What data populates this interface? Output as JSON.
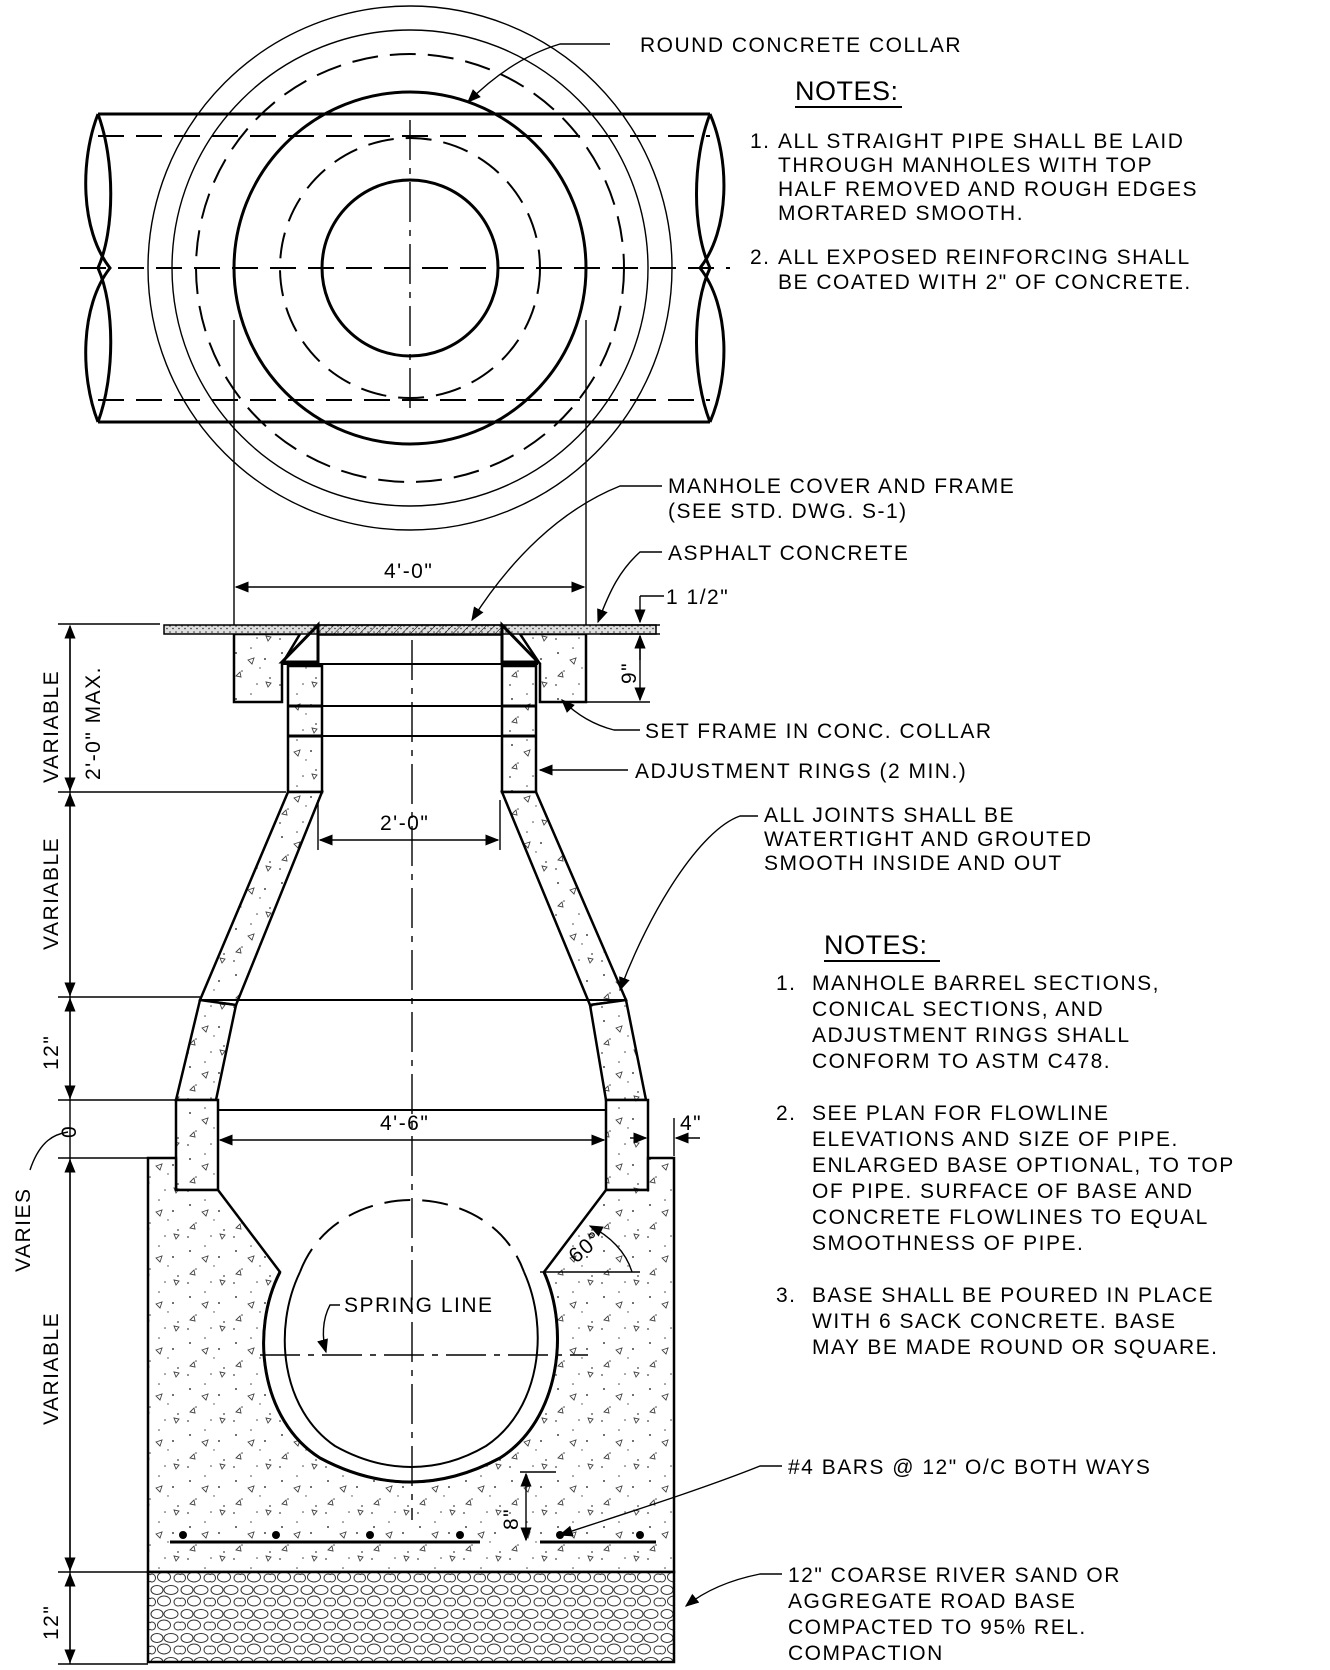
{
  "plan_view": {
    "collar_label": "ROUND CONCRETE COLLAR"
  },
  "notes_top": {
    "heading": "NOTES:",
    "items": [
      {
        "num": "1.",
        "lines": [
          "ALL STRAIGHT PIPE SHALL BE LAID",
          "THROUGH MANHOLES WITH TOP",
          "HALF REMOVED AND ROUGH EDGES",
          "MORTARED SMOOTH."
        ]
      },
      {
        "num": "2.",
        "lines": [
          "ALL EXPOSED REINFORCING SHALL",
          "BE COATED WITH 2\" OF CONCRETE."
        ]
      }
    ]
  },
  "section_labels": {
    "cover_frame": [
      "MANHOLE COVER AND FRAME",
      "(SEE STD. DWG. S-1)"
    ],
    "asphalt": "ASPHALT CONCRETE",
    "asphalt_thickness": "1 1/2\"",
    "collar_depth": "9\"",
    "set_frame": "SET FRAME IN CONC. COLLAR",
    "adjustment_rings": "ADJUSTMENT RINGS (2 MIN.)",
    "joints": [
      "ALL JOINTS SHALL BE",
      "WATERTIGHT AND GROUTED",
      "SMOOTH INSIDE AND OUT"
    ],
    "spring_line": "SPRING LINE",
    "bars": "#4 BARS @ 12\" O/C BOTH WAYS",
    "sand": [
      "12\" COARSE RIVER SAND OR",
      "AGGREGATE ROAD BASE",
      "COMPACTED TO 95% REL.",
      "COMPACTION"
    ],
    "angle": "60°",
    "base_cover": "8\"",
    "wall": "4\""
  },
  "dimensions": {
    "collar_width": "4'-0\"",
    "opening_width": "2'-0\"",
    "barrel_width": "4'-6\"",
    "left_side": [
      "VARIABLE",
      "2'-0\" MAX.",
      "VARIABLE",
      "12\"",
      "0",
      "VARIES",
      "VARIABLE",
      "12\""
    ]
  },
  "notes_bottom": {
    "heading": "NOTES:",
    "items": [
      {
        "num": "1.",
        "lines": [
          "MANHOLE BARREL SECTIONS,",
          "CONICAL SECTIONS, AND",
          "ADJUSTMENT RINGS SHALL",
          "CONFORM TO ASTM C478."
        ]
      },
      {
        "num": "2.",
        "lines": [
          "SEE PLAN FOR FLOWLINE",
          "ELEVATIONS AND SIZE OF PIPE.",
          "ENLARGED BASE OPTIONAL, TO TOP",
          "OF PIPE.  SURFACE OF BASE AND",
          "CONCRETE FLOWLINES TO EQUAL",
          "SMOOTHNESS OF PIPE."
        ]
      },
      {
        "num": "3.",
        "lines": [
          "BASE SHALL BE POURED IN PLACE",
          "WITH 6 SACK CONCRETE.  BASE",
          "MAY BE MADE ROUND OR SQUARE."
        ]
      }
    ]
  }
}
